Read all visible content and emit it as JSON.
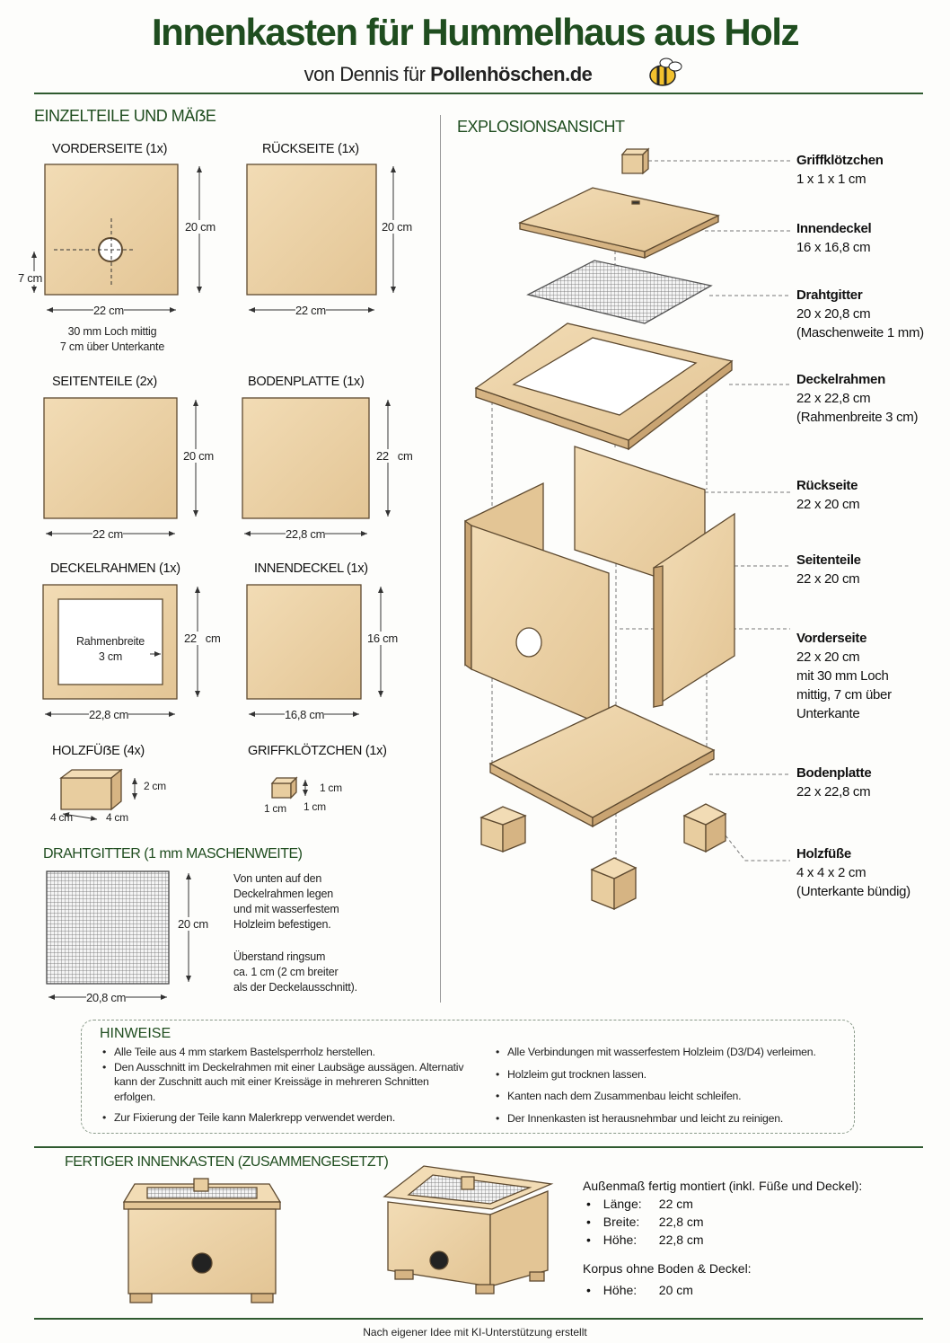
{
  "header": {
    "title": "Innenkasten für Hummelhaus aus Holz",
    "subtitle_prefix": "von Dennis für",
    "subtitle_site": "Pollenhöschen.de",
    "logo_icon": "bee-icon"
  },
  "parts_section": {
    "heading": "EINZELTEILE UND MÄẞE",
    "vorderseite": {
      "label": "VORDERSEITE (1x)",
      "height": "20 cm",
      "width": "22 cm",
      "hole_offset": "7 cm",
      "note": [
        "30 mm Loch mittig",
        "7 cm über Unterkante"
      ]
    },
    "rueckseite": {
      "label": "RÜCKSEITE (1x)",
      "height": "20 cm",
      "width": "22 cm"
    },
    "seitenteile": {
      "label": "SEITENTEILE (2x)",
      "height": "20 cm",
      "width": "22 cm"
    },
    "bodenplatte": {
      "label": "BODENPLATTE (1x)",
      "height": "22   cm",
      "width": "22,8 cm"
    },
    "deckelrahmen": {
      "label": "DECKELRAHMEN (1x)",
      "height": "22   cm",
      "width": "22,8 cm",
      "inner": [
        "Rahmenbreite",
        "3 cm"
      ]
    },
    "innendeckel": {
      "label": "INNENDECKEL (1x)",
      "height": "16 cm",
      "width": "16,8 cm"
    },
    "holzfuesse": {
      "label": "HOLZFÜẞE (4x)",
      "h": "2 cm",
      "w1": "4 cm",
      "w2": "4 cm"
    },
    "griff": {
      "label": "GRIFFKLÖTZCHEN (1x)",
      "h": "1 cm",
      "w1": "1 cm",
      "w2": "1 cm"
    },
    "drahtgitter": {
      "label": "DRAHTGITTER (1 mm MASCHENWEITE)",
      "height": "20 cm",
      "width": "20,8 cm",
      "note1": [
        "Von unten auf den",
        "Deckelrahmen legen",
        "und mit wasserfestem",
        "Holzleim befestigen."
      ],
      "note2": [
        "Überstand ringsum",
        "ca. 1 cm (2 cm breiter",
        "als der Deckelausschnitt)."
      ]
    }
  },
  "explosion": {
    "heading": "EXPLOSIONSANSICHT",
    "labels": [
      {
        "name": "Griffklötzchen",
        "lines": [
          "1 x 1 x 1 cm"
        ]
      },
      {
        "name": "Innendeckel",
        "lines": [
          "16 x 16,8 cm"
        ]
      },
      {
        "name": "Drahtgitter",
        "lines": [
          "20 x 20,8 cm",
          "(Maschenweite 1 mm)"
        ]
      },
      {
        "name": "Deckelrahmen",
        "lines": [
          "22 x 22,8 cm",
          "(Rahmenbreite 3 cm)"
        ]
      },
      {
        "name": "Rückseite",
        "lines": [
          "22 x 20 cm"
        ]
      },
      {
        "name": "Seitenteile",
        "lines": [
          "22 x 20 cm"
        ]
      },
      {
        "name": "Vorderseite",
        "lines": [
          "22 x 20 cm",
          "mit 30 mm Loch",
          "mittig, 7 cm über",
          "Unterkante"
        ]
      },
      {
        "name": "Bodenplatte",
        "lines": [
          "22 x 22,8 cm"
        ]
      },
      {
        "name": "Holzfüße",
        "lines": [
          "4 x 4 x 2 cm",
          "(Unterkante bündig)"
        ]
      }
    ]
  },
  "hints": {
    "heading": "HINWEISE",
    "left": [
      "Alle Teile aus 4 mm starkem Bastelsperrholz herstellen.",
      "Den Ausschnitt im Deckelrahmen mit einer Laubsäge aussägen. Alternativ kann der Zuschnitt auch mit einer Kreissäge in mehreren Schnitten erfolgen.",
      "Zur Fixierung der Teile kann Malerkrepp verwendet werden."
    ],
    "right": [
      "Alle Verbindungen mit wasserfestem Holzleim (D3/D4) verleimen.",
      "Holzleim gut trocknen lassen.",
      "Kanten nach dem Zusammenbau leicht schleifen.",
      "Der Innenkasten ist herausnehmbar und leicht zu reinigen."
    ]
  },
  "assembled": {
    "heading": "FERTIGER INNENKASTEN (ZUSAMMENGESETZT)",
    "outer_title": "Außenmaß fertig montiert (inkl. Füße und Deckel):",
    "outer": [
      {
        "k": "Länge:",
        "v": "22 cm"
      },
      {
        "k": "Breite:",
        "v": "22,8 cm"
      },
      {
        "k": "Höhe:",
        "v": "22,8 cm"
      }
    ],
    "body_title": "Korpus ohne Boden & Deckel:",
    "body": [
      {
        "k": "Höhe:",
        "v": "20 cm"
      }
    ]
  },
  "footer": "Nach eigener Idee mit KI-Unterstützung erstellt",
  "colors": {
    "green": "#1f4d1f",
    "wood": "#ecd3a8",
    "wood_dark": "#d6b483",
    "stroke": "#5e4a30"
  }
}
